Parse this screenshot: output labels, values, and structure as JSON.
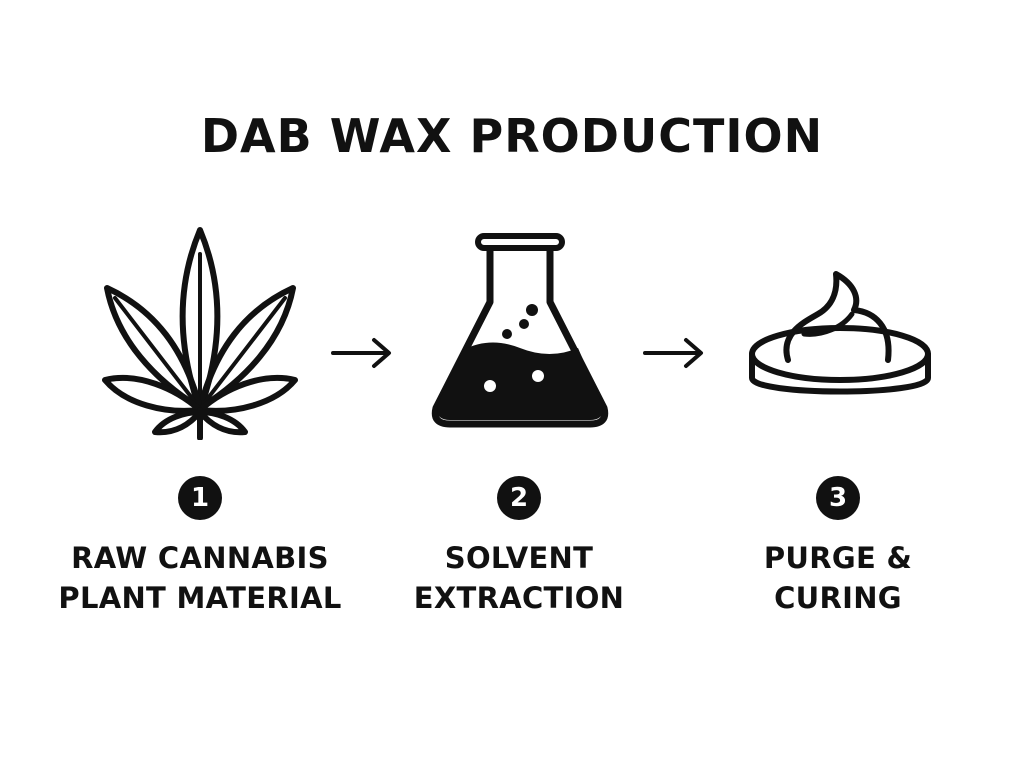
{
  "title": "DAB WAX PRODUCTION",
  "steps": [
    {
      "number": "1",
      "icon": "cannabis-leaf-icon",
      "label_line1": "RAW CANNABIS",
      "label_line2": "PLANT MATERIAL"
    },
    {
      "number": "2",
      "icon": "erlenmeyer-flask-icon",
      "label_line1": "SOLVENT",
      "label_line2": "EXTRACTION"
    },
    {
      "number": "3",
      "icon": "wax-dish-icon",
      "label_line1": "PURGE &",
      "label_line2": "CURING"
    }
  ],
  "arrows": [
    "arrow-right-icon",
    "arrow-right-icon"
  ],
  "colors": {
    "ink": "#111111",
    "background": "#ffffff"
  }
}
